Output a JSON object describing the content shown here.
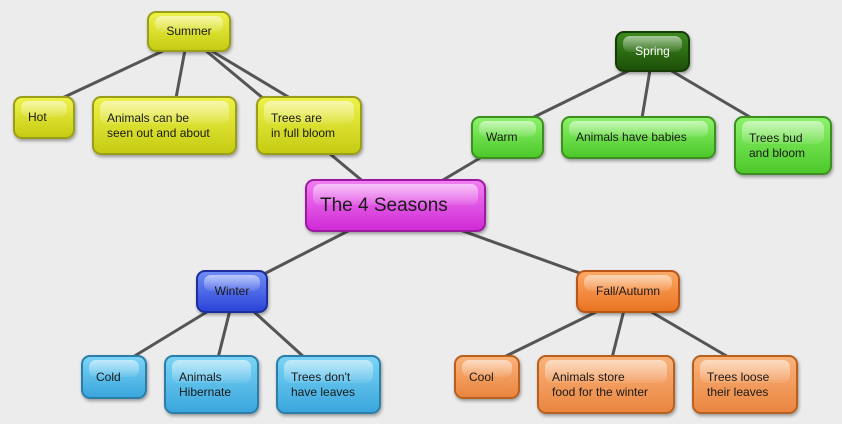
{
  "diagram": {
    "center": "The 4 Seasons",
    "summer": {
      "label": "Summer",
      "children": [
        "Hot",
        "Animals can be\nseen out and about",
        "Trees are\nin full bloom"
      ]
    },
    "spring": {
      "label": "Spring",
      "children": [
        "Warm",
        "Animals have babies",
        "Trees bud\nand bloom"
      ]
    },
    "winter": {
      "label": "Winter",
      "children": [
        "Cold",
        "Animals\nHibernate",
        "Trees don't\nhave leaves"
      ]
    },
    "fall": {
      "label": "Fall/Autumn",
      "children": [
        "Cool",
        "Animals store\nfood for the winter",
        "Trees loose\ntheir leaves"
      ]
    }
  },
  "colors": {
    "summer": "#dde02a",
    "spring": "#2a6a14",
    "spring_children": "#66d43e",
    "center": "#e04ae6",
    "winter": "#3c56e4",
    "winter_children": "#4cb4e8",
    "fall": "#f07e2e",
    "fall_children": "#ef8c48",
    "connector": "#555555"
  }
}
